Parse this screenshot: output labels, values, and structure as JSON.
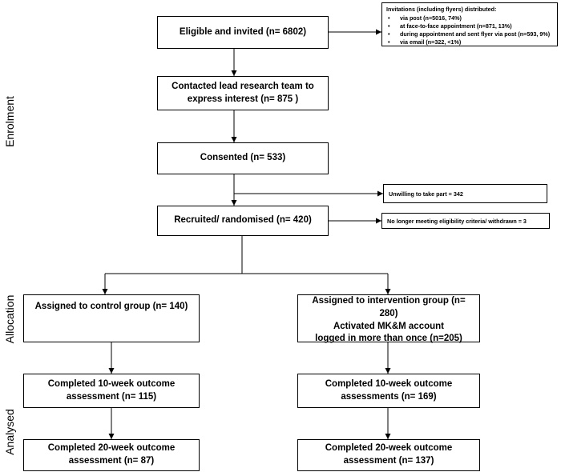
{
  "stages": {
    "enrolment": "Enrolment",
    "allocation": "Allocation",
    "analysed": "Analysed"
  },
  "boxes": {
    "eligible": "Eligible and invited (n= 6802)",
    "contacted_line1": "Contacted lead research team to",
    "contacted_line2": "express interest (n= 875 )",
    "consented": "Consented (n= 533)",
    "recruited": "Recruited/ randomised (n= 420)",
    "control": "Assigned to control group (n= 140)",
    "intervention_line1": "Assigned to intervention group (n= 280)",
    "intervention_line2": "Activated MK&M account",
    "intervention_line3": "logged in more than once (n=205)",
    "control_10wk_line1": "Completed 10-week outcome",
    "control_10wk_line2": "assessment (n= 115)",
    "intervention_10wk_line1": "Completed 10-week outcome",
    "intervention_10wk_line2": "assessments (n= 169)",
    "control_20wk_line1": "Completed 20-week outcome",
    "control_20wk_line2": "assessment (n= 87)",
    "intervention_20wk_line1": "Completed 20-week outcome",
    "intervention_20wk_line2": "assessment (n= 137)"
  },
  "invitations": {
    "title": "Invitations (including flyers) distributed:",
    "items": [
      "via post (n=5016, 74%)",
      "at face-to-face appointment (n=871, 13%)",
      "during appointment and sent flyer via post  (n=593, 9%)",
      "via email (n=322, <1%)"
    ]
  },
  "exclusions": {
    "unwilling": "Unwilling to take part = 342",
    "no_longer_eligible": "No longer meeting eligibility criteria/ withdrawn = 3"
  }
}
